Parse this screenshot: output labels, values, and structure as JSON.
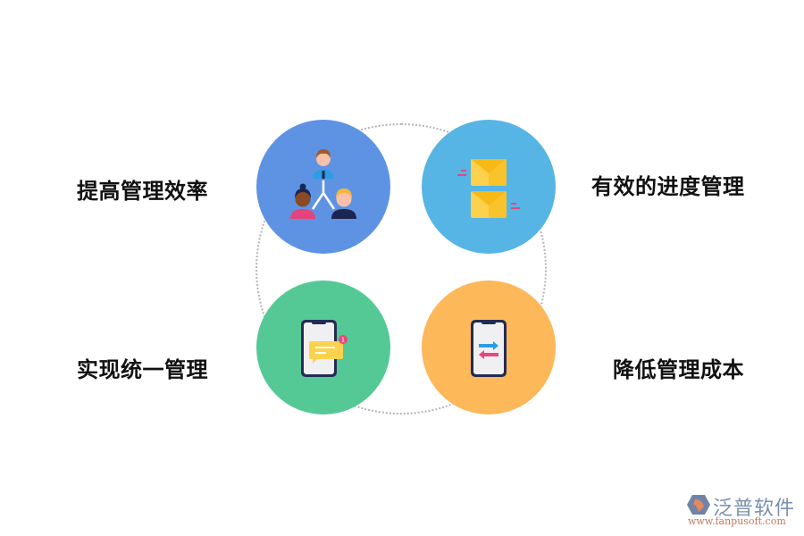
{
  "diagram": {
    "items": [
      {
        "label": "提高管理效率",
        "icon": "team-hierarchy-icon",
        "color": "#5e93e4"
      },
      {
        "label": "有效的进度管理",
        "icon": "envelopes-icon",
        "color": "#56b5e4"
      },
      {
        "label": "实现统一管理",
        "icon": "phone-message-icon",
        "color": "#55c995"
      },
      {
        "label": "降低管理成本",
        "icon": "phone-transfer-icon",
        "color": "#fdb85a"
      }
    ]
  },
  "logo": {
    "name": "泛普软件",
    "url": "www.fanpusoft.com"
  },
  "colors": {
    "blue": "#5e93e4",
    "sky": "#56b5e4",
    "green": "#55c995",
    "orange": "#fdb85a",
    "envelope": "#fcd14d",
    "pink": "#e8467c",
    "navy": "#232b55"
  }
}
